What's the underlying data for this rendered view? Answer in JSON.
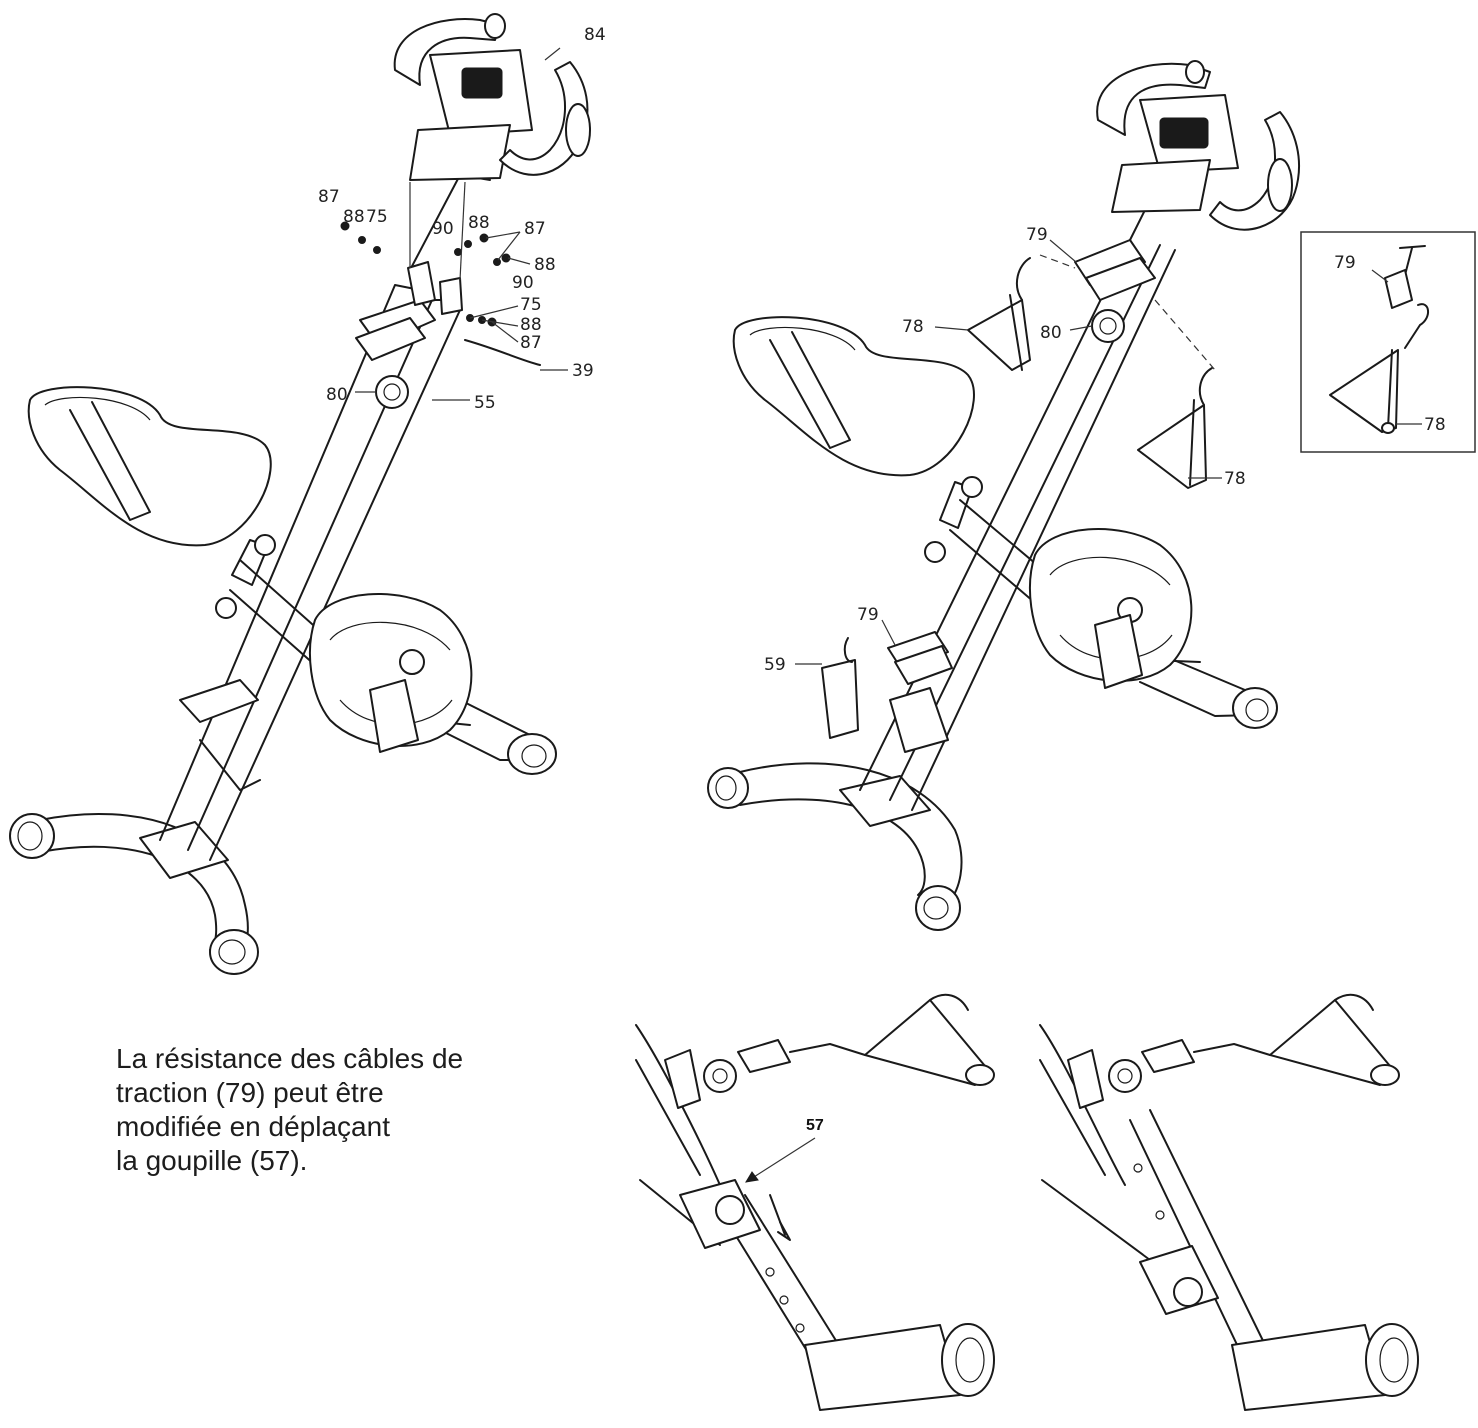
{
  "callouts": {
    "left": {
      "c84": "84",
      "c87a": "87",
      "c88a": "88",
      "c75a": "75",
      "c90a": "90",
      "c88b": "88",
      "c87b": "87",
      "c88c": "88",
      "c90b": "90",
      "c75b": "75",
      "c88d": "88",
      "c87c": "87",
      "c39": "39",
      "c80": "80",
      "c55": "55"
    },
    "right": {
      "c79a": "79",
      "c78a": "78",
      "c80": "80",
      "c78b": "78",
      "c79b": "79",
      "c59": "59"
    },
    "inset": {
      "c79": "79",
      "c78": "78"
    },
    "detail": {
      "c57": "57"
    }
  },
  "caption": {
    "line1": "La résistance des câbles de",
    "line2": "traction (79) peut être",
    "line3": "modifiée en déplaçant",
    "line4": "la goupille (57)."
  }
}
